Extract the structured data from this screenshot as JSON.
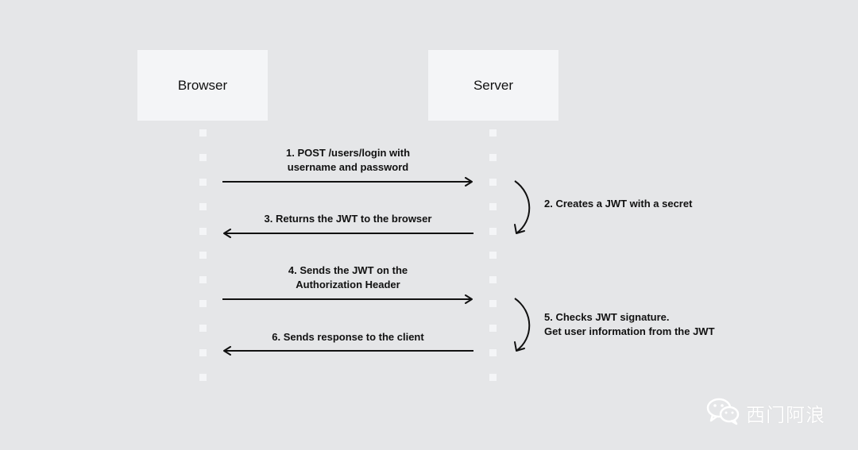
{
  "actors": {
    "browser": "Browser",
    "server": "Server"
  },
  "messages": {
    "m1_line1": "1. POST /users/login with",
    "m1_line2": "username and password",
    "m2": "2. Creates a JWT with a secret",
    "m3": "3. Returns the JWT to the browser",
    "m4_line1": "4. Sends the JWT on the",
    "m4_line2": "Authorization Header",
    "m5_line1": "5. Checks JWT signature.",
    "m5_line2": "Get user information from the JWT",
    "m6": "6. Sends response to the client"
  },
  "watermark": {
    "text": "西门阿浪",
    "icon": "wechat-icon"
  },
  "colors": {
    "background": "#e5e6e8",
    "box": "#f4f5f7",
    "lifeline": "#f4f5f7",
    "arrow": "#111111"
  }
}
